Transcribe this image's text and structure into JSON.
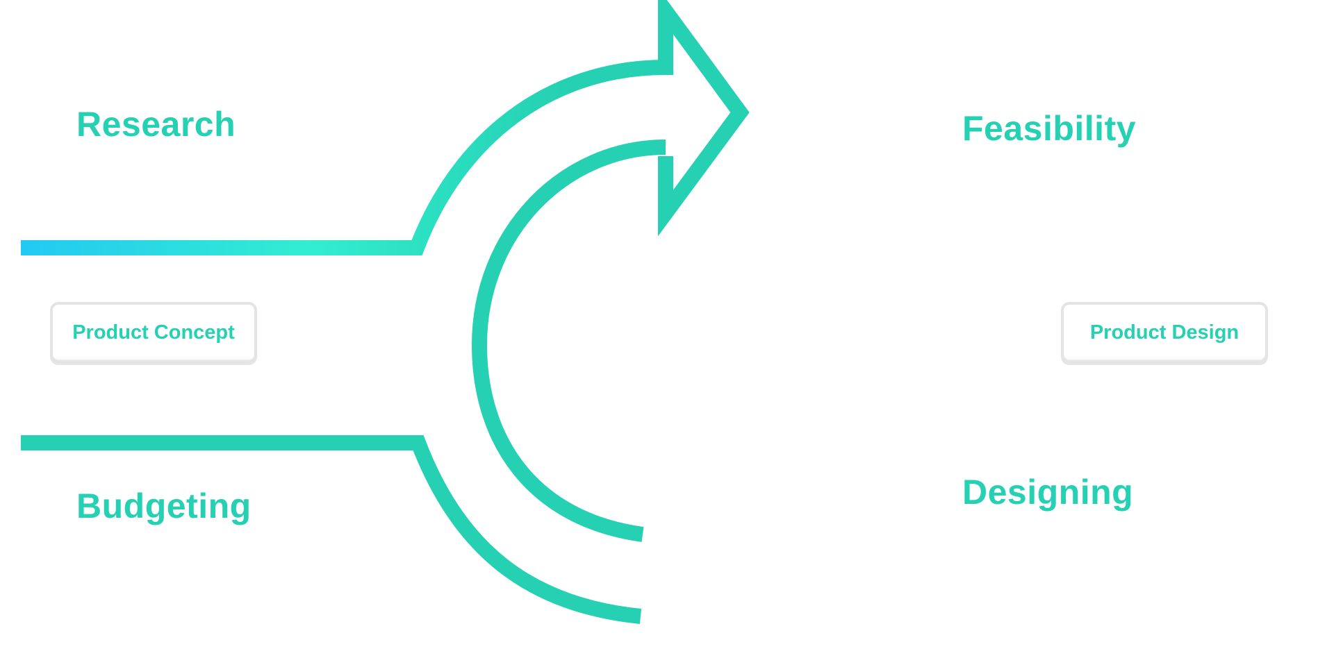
{
  "colors": {
    "accent": "#25D1B2",
    "gradient_start": "#22C9F2",
    "gradient_mid": "#33EDD0",
    "pill_border": "#E4E4E4"
  },
  "labels": {
    "research": "Research",
    "budgeting": "Budgeting",
    "feasibility": "Feasibility",
    "designing": "Designing"
  },
  "boxes": {
    "input": "Product Concept",
    "output": "Product Design"
  }
}
